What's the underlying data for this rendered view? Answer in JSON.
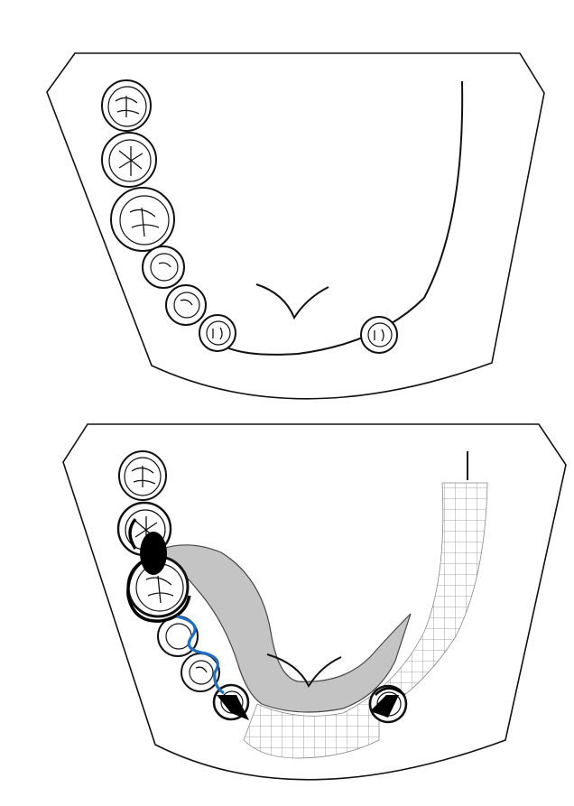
{
  "figure": {
    "panels": [
      {
        "id": "arch-before",
        "kind": "lower-arch-outline",
        "remaining_teeth": [
          "molar-1",
          "molar-2",
          "molar-3",
          "premolar-1",
          "premolar-2",
          "canine-left",
          "canine-right"
        ]
      },
      {
        "id": "arch-with-rpd",
        "kind": "lower-arch-with-partial-denture",
        "components": [
          "major-connector-lingual-bar",
          "mesh-retention-grid",
          "occlusal-rest",
          "clasp-arm",
          "wire-clasp",
          "rests-on-canines"
        ]
      }
    ],
    "colors": {
      "outline": "#111111",
      "connector_fill": "#bdbdbd",
      "mesh_line": "#888888",
      "clasp_wire": "#1f6fc4",
      "rest_fill": "#000000"
    }
  }
}
